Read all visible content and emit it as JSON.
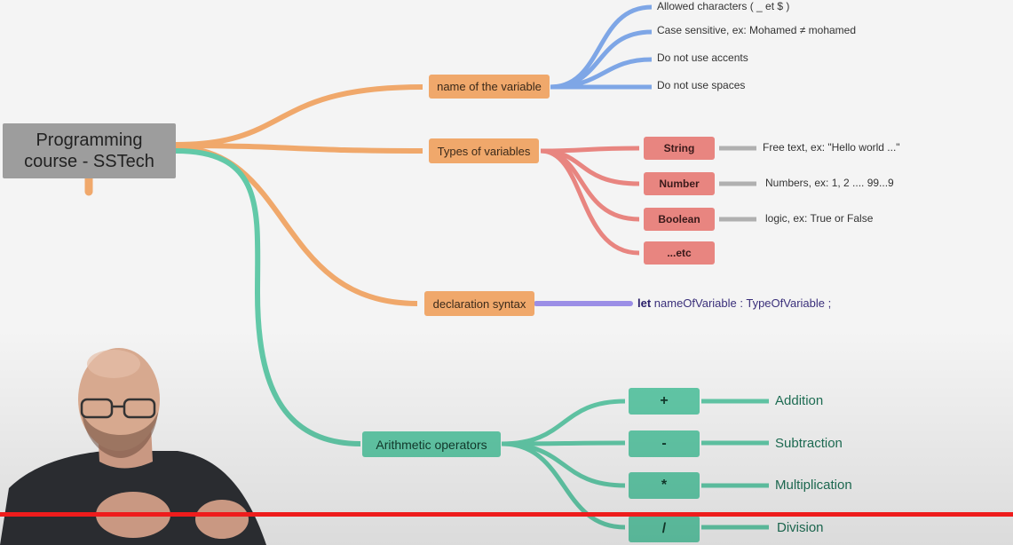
{
  "root": {
    "line1": "Programming",
    "line2": "course - SSTech"
  },
  "colors": {
    "orange": "#f0a86b",
    "blue": "#7ea6e6",
    "red": "#e88580",
    "gray": "#b0b0b0",
    "purple": "#9b8ee6",
    "green": "#62c9a8",
    "progress": "#ee1c1c"
  },
  "name_branch": {
    "label": "name of the variable",
    "rules": [
      "Allowed characters ( _ et $ )",
      "Case sensitive, ex: Mohamed ≠ mohamed",
      "Do not use accents",
      "Do not use spaces"
    ]
  },
  "types_branch": {
    "label": "Types of variables",
    "types": [
      {
        "name": "String",
        "desc": "Free text, ex: \"Hello world ...\""
      },
      {
        "name": "Number",
        "desc": "Numbers, ex: 1, 2 .... 99...9"
      },
      {
        "name": "Boolean",
        "desc": "logic, ex: True or False"
      },
      {
        "name": "...etc",
        "desc": ""
      }
    ]
  },
  "declaration_branch": {
    "label": "declaration syntax",
    "keyword": "let",
    "rest": " nameOfVariable : TypeOfVariable ;"
  },
  "operators_branch": {
    "label": "Arithmetic operators",
    "ops": [
      {
        "symbol": "+",
        "name": "Addition"
      },
      {
        "symbol": "-",
        "name": "Subtraction"
      },
      {
        "symbol": "*",
        "name": "Multiplication"
      },
      {
        "symbol": "/",
        "name": "Division"
      }
    ]
  },
  "video": {
    "progress_fraction": 1.0
  }
}
